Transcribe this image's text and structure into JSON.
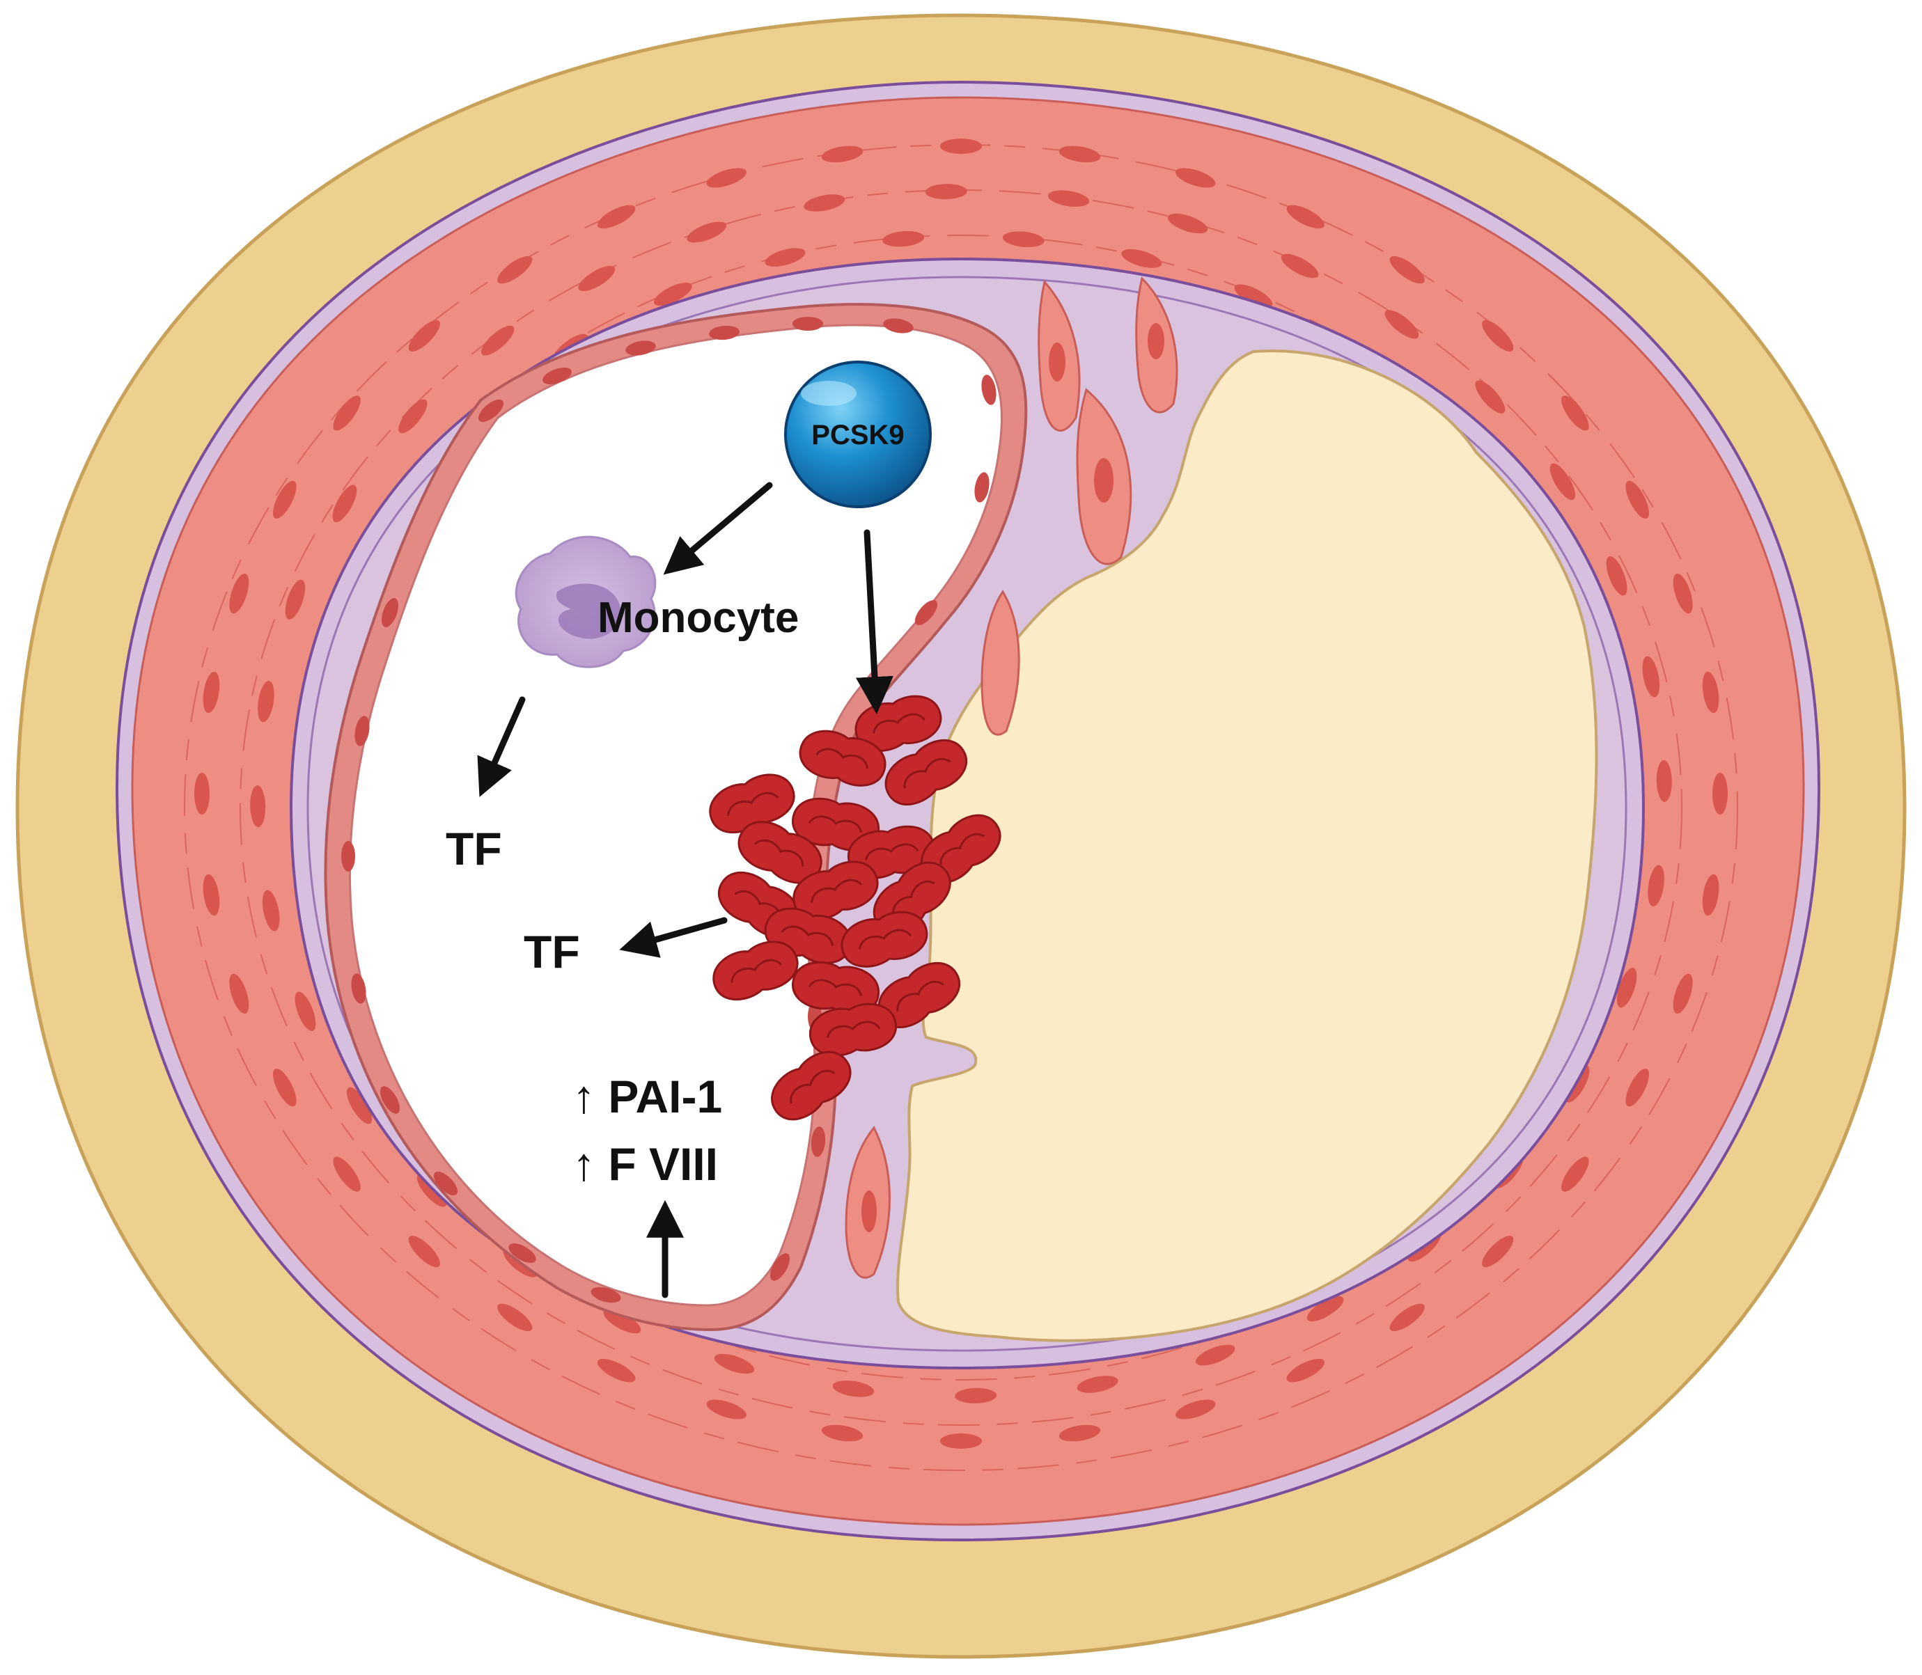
{
  "diagram": {
    "subject": "artery cross-section with atherosclerotic plaque and thrombus",
    "labels": {
      "pcsk9": "PCSK9",
      "monocyte": "Monocyte",
      "tf_left": "TF",
      "tf_mid": "TF",
      "pai1": "↑ PAI-1",
      "f8": "↑ F VIII"
    },
    "colors": {
      "adventitia": "#EDCF8E",
      "adventitia_edge": "#C9A25A",
      "media": "#EE8E83",
      "media_fiber": "#D9655C",
      "elastic_lamina": "#D7BFE0",
      "lamina_line": "#7A4E9B",
      "intima": "#D9C3DF",
      "plaque_core": "#FCEBC7",
      "lumen": "#FFFFFF",
      "rbc": "#C4282B",
      "rbc_dark": "#8E1518",
      "pcsk9": "#1E90D0",
      "monocyte": "#B79ACD",
      "arrow": "#111111"
    },
    "arrows": [
      {
        "from": "PCSK9",
        "to": "Monocyte"
      },
      {
        "from": "PCSK9",
        "to": "thrombus"
      },
      {
        "from": "Monocyte",
        "to": "TF"
      },
      {
        "from": "thrombus",
        "to": "TF"
      },
      {
        "from": "endothelium",
        "to": "↑ PAI-1 / ↑ F VIII"
      }
    ]
  }
}
